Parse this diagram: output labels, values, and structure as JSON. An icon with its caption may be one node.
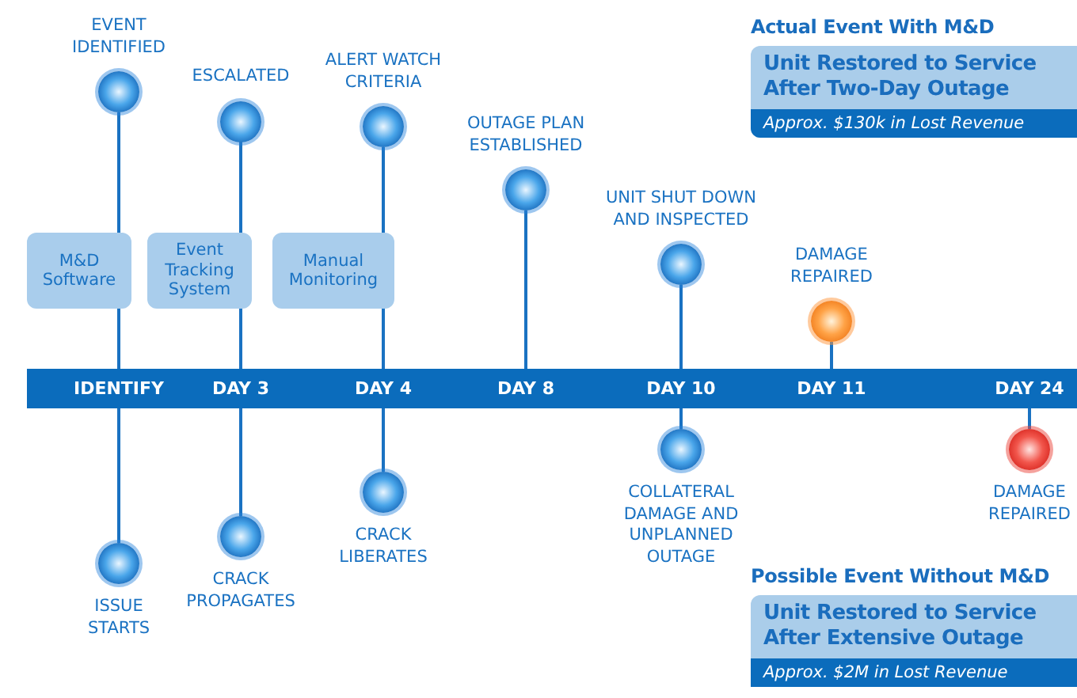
{
  "diagram": {
    "nodes": [
      {
        "text": [
          "EVENT IDENTIFIED"
        ]
      },
      {
        "text": [
          "ESCALATED"
        ]
      },
      {
        "text": [
          "ALERT WATCH CRITERIA"
        ]
      },
      {
        "text": [
          "OUTAGE PLAN ESTABLISHED"
        ]
      },
      {
        "text": [
          "UNIT SHUT DOWN AND INSPECTED"
        ]
      },
      {
        "text": [
          "DAMAGE REPAIRED"
        ]
      },
      {
        "text": [
          "Actual Event With M&D",
          "Unit Restored to Service After Two-Day Outage",
          "Approx. $130k in Lost Revenue"
        ]
      },
      {
        "text": [
          "M&D Software"
        ]
      },
      {
        "text": [
          "Event Tracking System"
        ]
      },
      {
        "text": [
          "Manual Monitoring"
        ]
      },
      {
        "text": [],
        "shape": "bar"
      },
      {
        "text": [
          "IDENTIFY"
        ],
        "in": 10
      },
      {
        "text": [
          "DAY 3"
        ],
        "in": 10
      },
      {
        "text": [
          "DAY 4"
        ],
        "in": 10
      },
      {
        "text": [
          "DAY 8"
        ],
        "in": 10
      },
      {
        "text": [
          "DAY 10"
        ],
        "in": 10
      },
      {
        "text": [
          "DAY 11"
        ],
        "in": 10
      },
      {
        "text": [
          "DAY 24"
        ],
        "in": 10
      },
      {
        "text": [
          "ISSUE STARTS"
        ]
      },
      {
        "text": [
          "CRACK PROPAGATES"
        ]
      },
      {
        "text": [
          "CRACK LIBERATES"
        ]
      },
      {
        "text": [
          "COLLATERAL DAMAGE AND UNPLANNED OUTAGE"
        ]
      },
      {
        "text": [
          "DAMAGE REPAIRED"
        ]
      },
      {
        "text": [
          "Possible Event Without M&D",
          "Unit Restored to Service After Extensive Outage",
          "Approx. $2M in Lost Revenue"
        ]
      }
    ],
    "edges": [
      {
        "from": 0,
        "to": 7,
        "arrow": "none"
      },
      {
        "from": 7,
        "to": 11,
        "arrow": "none"
      },
      {
        "from": 1,
        "to": 8,
        "arrow": "none"
      },
      {
        "from": 8,
        "to": 12,
        "arrow": "none"
      },
      {
        "from": 2,
        "to": 9,
        "arrow": "none"
      },
      {
        "from": 9,
        "to": 13,
        "arrow": "none"
      },
      {
        "from": 3,
        "to": 14,
        "arrow": "none"
      },
      {
        "from": 4,
        "to": 15,
        "arrow": "none"
      },
      {
        "from": 5,
        "to": 16,
        "arrow": "none"
      },
      {
        "from": 11,
        "to": 18,
        "arrow": "none"
      },
      {
        "from": 12,
        "to": 19,
        "arrow": "none"
      },
      {
        "from": 13,
        "to": 20,
        "arrow": "none"
      },
      {
        "from": 15,
        "to": 21,
        "arrow": "none"
      },
      {
        "from": 17,
        "to": 22,
        "arrow": "none"
      }
    ]
  }
}
